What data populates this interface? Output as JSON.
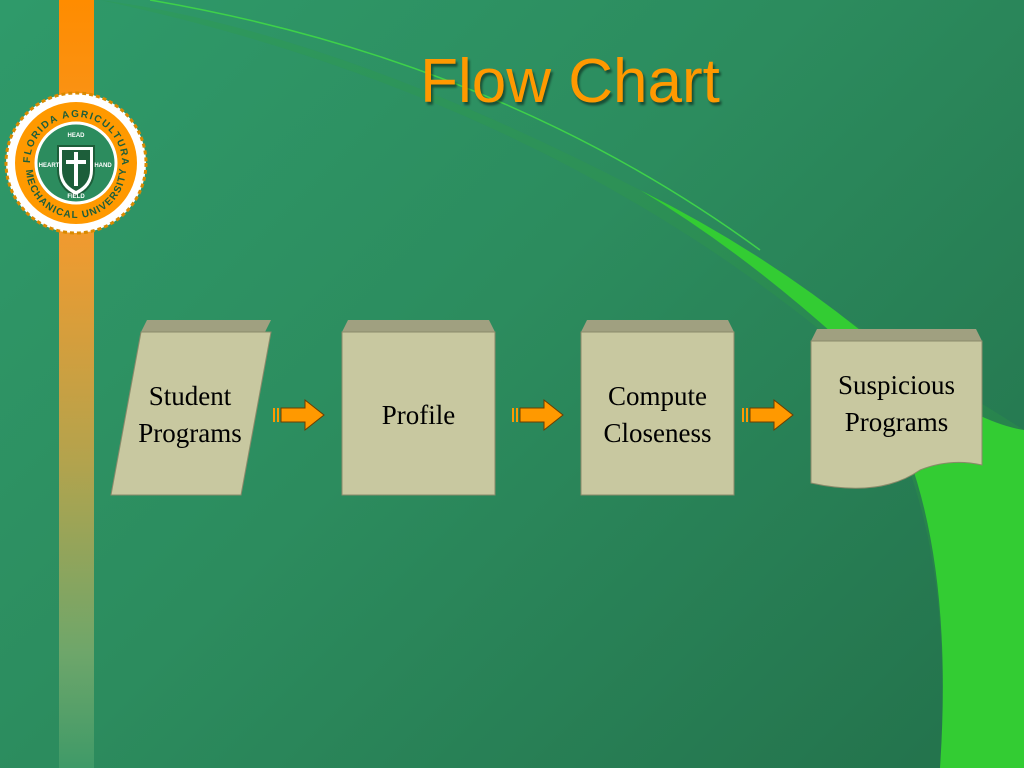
{
  "slide": {
    "title": "Flow Chart"
  },
  "seal": {
    "ring_text_top": "FLORIDA AGRICULTURAL",
    "ring_text_bottom": "MECHANICAL UNIVERSITY",
    "inner_words": [
      "HEAD",
      "HEART",
      "HAND",
      "FIELD"
    ]
  },
  "flowchart": {
    "nodes": [
      {
        "id": "student-programs",
        "shape": "data",
        "label": "Student\nPrograms"
      },
      {
        "id": "profile",
        "shape": "process",
        "label": "Profile"
      },
      {
        "id": "compute-closeness",
        "shape": "process",
        "label": "Compute\nCloseness"
      },
      {
        "id": "suspicious-programs",
        "shape": "document",
        "label": "Suspicious\nPrograms"
      }
    ],
    "edges": [
      {
        "from": "student-programs",
        "to": "profile"
      },
      {
        "from": "profile",
        "to": "compute-closeness"
      },
      {
        "from": "compute-closeness",
        "to": "suspicious-programs"
      }
    ]
  },
  "colors": {
    "background": "#2c8c5e",
    "accent_orange": "#ff9900",
    "swoosh_green": "#33cc33",
    "node_fill": "#c8c8a0",
    "node_top": "#a0a080",
    "arrow_fill": "#ff9900"
  }
}
